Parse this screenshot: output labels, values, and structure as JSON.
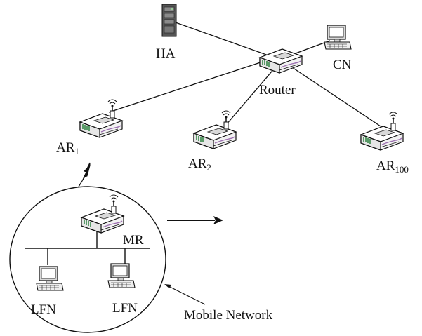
{
  "colors": {
    "line": "#111111",
    "router_body": "#f2f2f2",
    "router_top": "#ffffff",
    "stripe": "#1f7a33",
    "accent_purple": "#9c6fb0",
    "server": "#555555",
    "screen": "#ffffff"
  },
  "nodes": {
    "ha": {
      "label": "HA",
      "icon": "server-icon"
    },
    "router": {
      "label": "Router",
      "icon": "router-icon"
    },
    "cn": {
      "label": "CN",
      "icon": "workstation-icon"
    },
    "ar1": {
      "label": "AR",
      "sub": "1",
      "icon": "access-router-icon"
    },
    "ar2": {
      "label": "AR",
      "sub": "2",
      "icon": "access-router-icon"
    },
    "ar100": {
      "label": "AR",
      "sub": "100",
      "icon": "access-router-icon"
    },
    "mr": {
      "label": "MR",
      "icon": "mobile-router-icon"
    },
    "lfn1": {
      "label": "LFN",
      "icon": "workstation-icon"
    },
    "lfn2": {
      "label": "LFN",
      "icon": "workstation-icon"
    }
  },
  "annotations": {
    "mobile_network": "Mobile Network",
    "movement_arrow": "movement-arrow",
    "wireless_link": "lightning-link-icon"
  }
}
